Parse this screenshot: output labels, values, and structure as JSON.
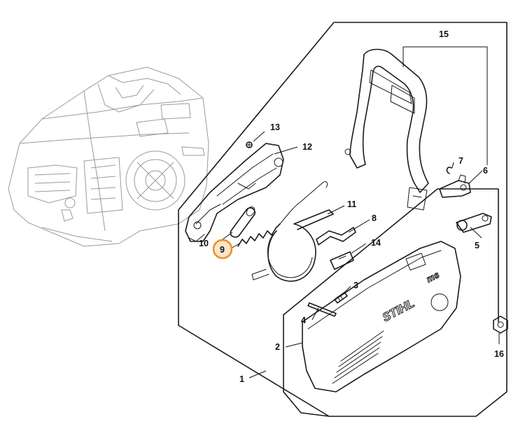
{
  "diagram": {
    "callouts": [
      "1",
      "2",
      "3",
      "4",
      "5",
      "6",
      "7",
      "8",
      "9",
      "10",
      "11",
      "12",
      "13",
      "14",
      "15",
      "16"
    ],
    "highlighted_callout": "9",
    "highlight_color": "#e8912c",
    "cover_brand_text": "STIHL",
    "cover_model_text": "ms"
  }
}
